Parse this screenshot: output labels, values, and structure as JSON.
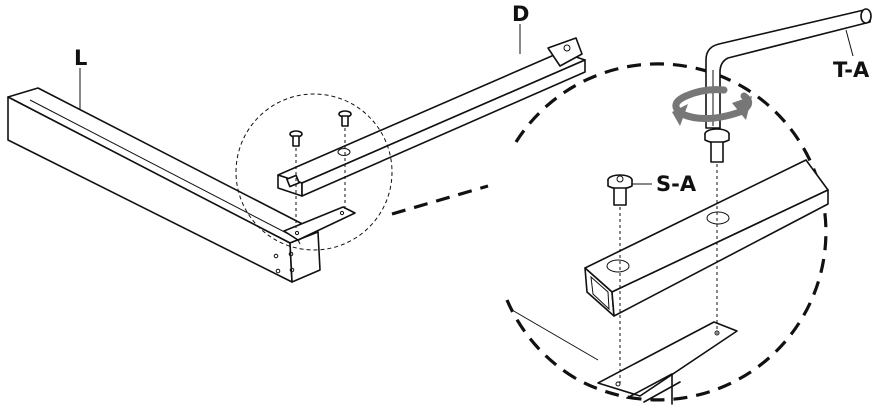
{
  "labels": {
    "leg": "L",
    "bar": "D",
    "screw": "S-A",
    "tool": "T-A"
  }
}
